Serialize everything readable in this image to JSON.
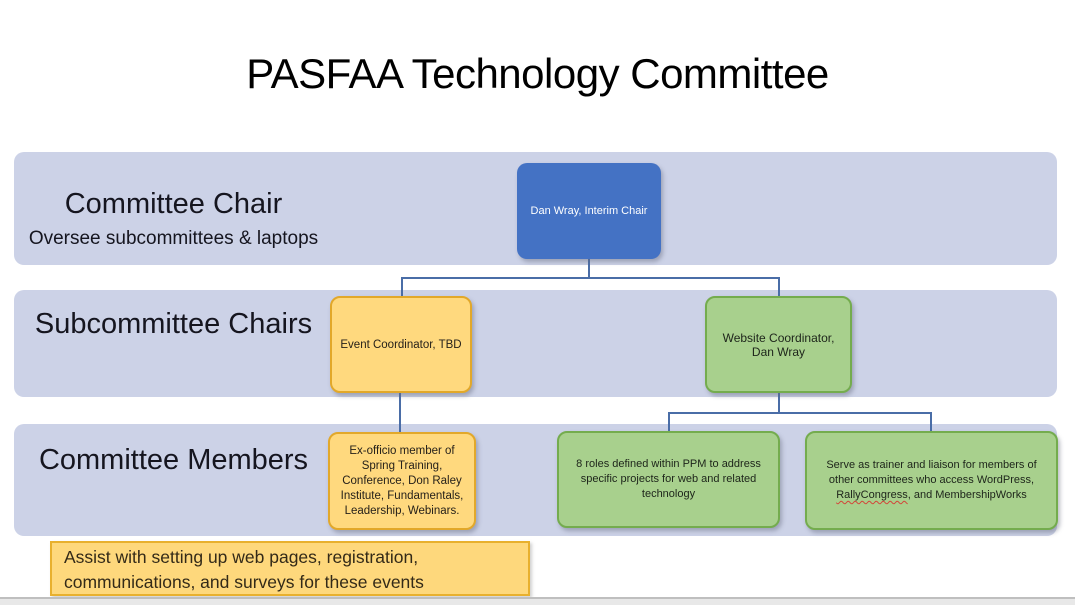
{
  "title": "PASFAA Technology Committee",
  "bands": [
    {
      "label": "Committee Chair",
      "sublabel": "Oversee subcommittees & laptops"
    },
    {
      "label": "Subcommittee Chairs"
    },
    {
      "label": "Committee Members"
    }
  ],
  "nodes": {
    "chair": {
      "text": "Dan Wray, Interim Chair"
    },
    "event_coordinator": {
      "text": "Event Coordinator, TBD"
    },
    "website_coordinator": {
      "text": "Website Coordinator,\nDan Wray"
    },
    "ex_officio": {
      "text": "Ex-officio member of\nSpring Training,\nConference, Don Raley\nInstitute, Fundamentals,\nLeadership, Webinars."
    },
    "ppm_roles": {
      "text": "8 roles defined within PPM to address\nspecific projects for web and related\ntechnology"
    },
    "trainer_liaison": {
      "text_before": "Serve as trainer and liaison for members of\nother committees who access WordPress,\n",
      "spellcheck_word": "RallyCongress",
      "text_after": ", and MembershipWorks"
    }
  },
  "note": {
    "text": "Assist with setting up web pages, registration,\ncommunications, and surveys for these events"
  },
  "colors": {
    "band_fill": "#ccd2e7",
    "chair_node_fill": "#4472c4",
    "orange_node_fill": "#ffd97e",
    "orange_node_border": "#e2a82a",
    "green_node_fill": "#a8d08d",
    "green_node_border": "#74ac4e",
    "note_fill": "#fed87c",
    "note_border": "#e8b02e",
    "connector": "#4a6da7",
    "spellcheck_underline": "#d34438"
  }
}
